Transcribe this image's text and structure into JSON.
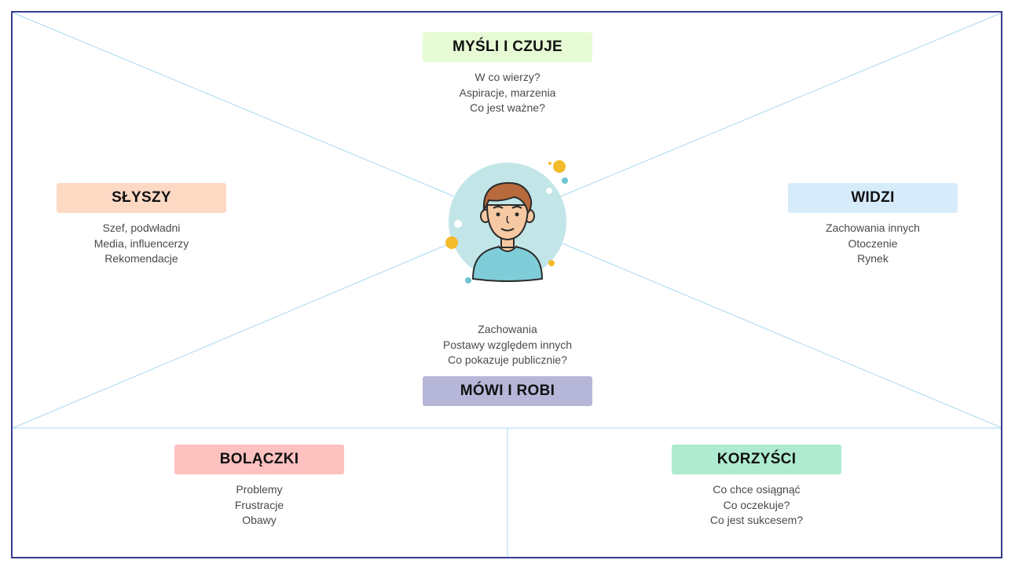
{
  "colors": {
    "frame": "#3b3b8f",
    "divider": "#a9d8f2",
    "mysli": "#e6fbd4",
    "slyszy": "#fdd9c4",
    "widzi": "#d7ecfb",
    "mowi": "#b6b7d8",
    "bolaczki": "#fdc1c0",
    "korzysci": "#aeebd0",
    "avatar_bg": "#c2e5e8",
    "accent_yellow": "#f3bb2a",
    "accent_teal": "#6cc5d0"
  },
  "quadrants": {
    "mysli": {
      "title": "MYŚLI I CZUJE",
      "lines": [
        "W co wierzy?",
        "Aspiracje, marzenia",
        "Co jest ważne?"
      ]
    },
    "slyszy": {
      "title": "SŁYSZY",
      "lines": [
        "Szef, podwładni",
        "Media, influencerzy",
        "Rekomendacje"
      ]
    },
    "widzi": {
      "title": "WIDZI",
      "lines": [
        "Zachowania innych",
        "Otoczenie",
        "Rynek"
      ]
    },
    "mowi": {
      "title": "MÓWI I ROBI",
      "lines": [
        "Zachowania",
        "Postawy względem innych",
        "Co pokazuje publicznie?"
      ]
    },
    "bolaczki": {
      "title": "BOLĄCZKI",
      "lines": [
        "Problemy",
        "Frustracje",
        "Obawy"
      ]
    },
    "korzysci": {
      "title": "KORZYŚCI",
      "lines": [
        "Co chce osiągnąć",
        "Co oczekuje?",
        "Co jest sukcesem?"
      ]
    }
  },
  "center": {
    "icon": "person-avatar-icon"
  }
}
